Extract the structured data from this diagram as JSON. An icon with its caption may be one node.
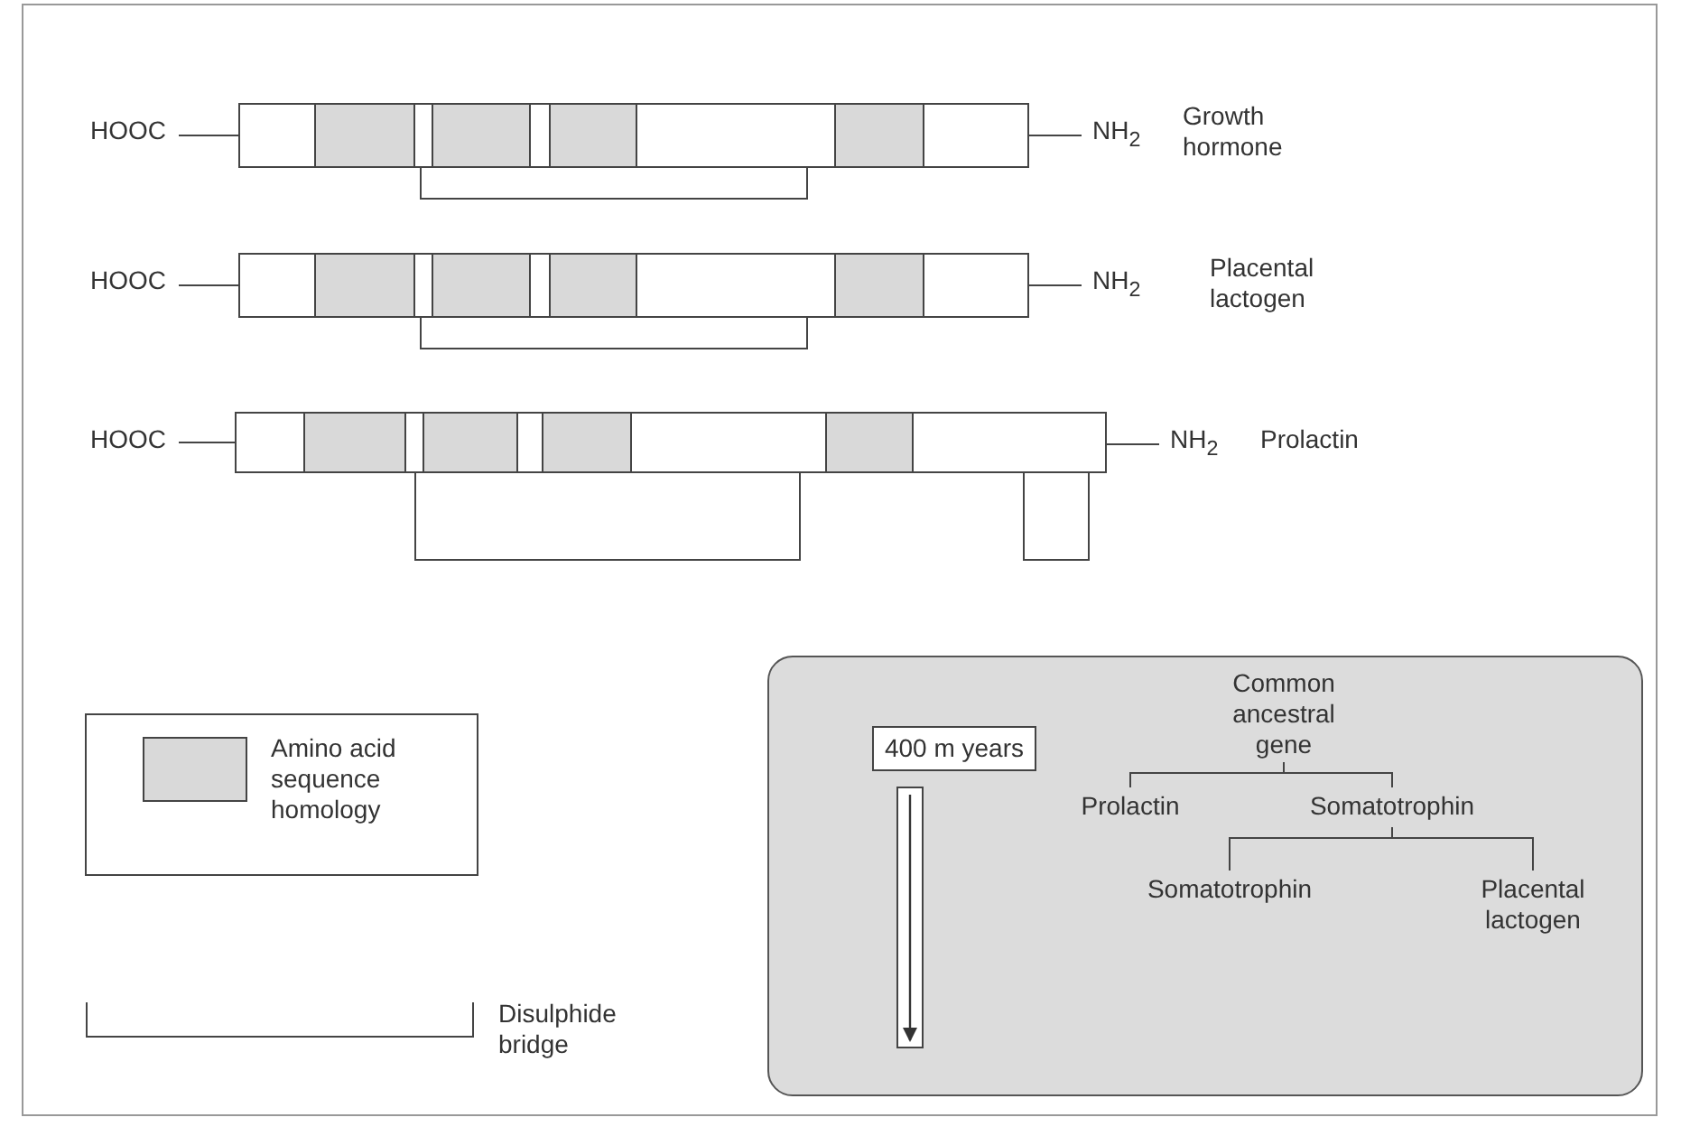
{
  "diagram": {
    "nodes": [
      {
        "text": [
          "HOOC"
        ]
      },
      {
        "text": [],
        "shape": "bar"
      },
      {
        "text": [
          "NH$_{2}$"
        ],
        "beside": [
          "Growth hormone"
        ]
      },
      {
        "text": [
          "HOOC"
        ]
      },
      {
        "text": [],
        "shape": "bar"
      },
      {
        "text": [
          "NH$_{2}$"
        ],
        "beside": [
          "Placental lactogen"
        ]
      },
      {
        "text": [
          "HOOC"
        ]
      },
      {
        "text": [],
        "shape": "bar"
      },
      {
        "text": [
          "NH$_{2}$"
        ],
        "beside": [
          "Prolactin"
        ]
      },
      {
        "text": [],
        "shape": "box"
      },
      {
        "text": [
          "400 m years"
        ],
        "in": 9
      },
      {
        "text": [
          "Common ancestral gene"
        ],
        "in": 9
      },
      {
        "text": [
          "Prolactin"
        ],
        "in": 9
      },
      {
        "text": [
          "Somatotrophin"
        ],
        "in": 9
      },
      {
        "text": [
          "Somatotrophin"
        ],
        "in": 9
      },
      {
        "text": [
          "Placental lactogen"
        ],
        "in": 9
      }
    ],
    "edges": [
      {
        "from": 0,
        "to": 1,
        "arrow": "none"
      },
      {
        "from": 1,
        "to": 2,
        "arrow": "none"
      },
      {
        "from": 3,
        "to": 4,
        "arrow": "none"
      },
      {
        "from": 4,
        "to": 5,
        "arrow": "none"
      },
      {
        "from": 6,
        "to": 7,
        "arrow": "none"
      },
      {
        "from": 7,
        "to": 8,
        "arrow": "none"
      },
      {
        "from": 11,
        "to": 12,
        "arrow": "none"
      },
      {
        "from": 11,
        "to": 13,
        "arrow": "none"
      },
      {
        "from": 13,
        "to": 14,
        "arrow": "none"
      },
      {
        "from": 13,
        "to": 15,
        "arrow": "none"
      }
    ],
    "legend": [
      {
        "text": "Amino acid sequence homology",
        "color": "#d9d9d9"
      },
      {
        "text": "Disulphide bridge"
      }
    ]
  }
}
